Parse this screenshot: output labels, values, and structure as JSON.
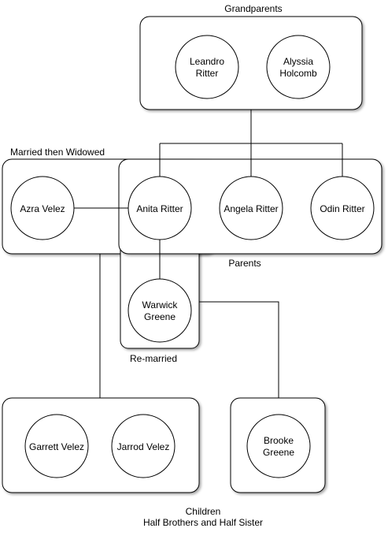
{
  "labels": {
    "grandparents": "Grandparents",
    "married_widowed": "Married then Widowed",
    "parents": "Parents",
    "remarried": "Re-married",
    "children_line1": "Children",
    "children_line2": "Half Brothers and Half Sister"
  },
  "people": {
    "leandro": [
      "Leandro",
      "Ritter"
    ],
    "alyssia": [
      "Alyssia",
      "Holcomb"
    ],
    "azra": [
      "Azra Velez"
    ],
    "anita": [
      "Anita Ritter"
    ],
    "angela": [
      "Angela Ritter"
    ],
    "odin": [
      "Odin Ritter"
    ],
    "warwick": [
      "Warwick",
      "Greene"
    ],
    "garrett": [
      "Garrett Velez"
    ],
    "jarrod": [
      "Jarrod Velez"
    ],
    "brooke": [
      "Brooke",
      "Greene"
    ]
  }
}
